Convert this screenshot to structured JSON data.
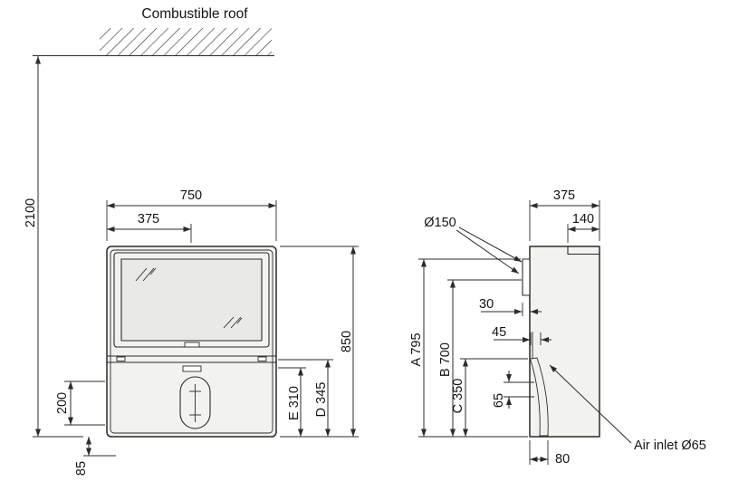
{
  "diagram": {
    "roof_label": "Combustible roof",
    "front": {
      "width": "750",
      "half_width": "375",
      "height": "850",
      "ceiling_clearance": "2100",
      "socket_span": "200",
      "floor_gap": "85",
      "dim_e": "E 310",
      "dim_d": "D 345"
    },
    "side": {
      "depth": "375",
      "top_offset": "140",
      "flue_diameter": "Ø150",
      "rear_offset": "30",
      "inlet_offset": "45",
      "dim_a": "A 795",
      "dim_b": "B 700",
      "dim_c": "C 350",
      "inlet_span": "65",
      "base_depth": "80",
      "air_inlet_label": "Air inlet Ø65"
    },
    "colors": {
      "line": "#2b2b2b",
      "text": "#141414",
      "body_fill": "#f2f2ef",
      "glass_fill": "#e9e9e5",
      "background": "#ffffff"
    }
  }
}
